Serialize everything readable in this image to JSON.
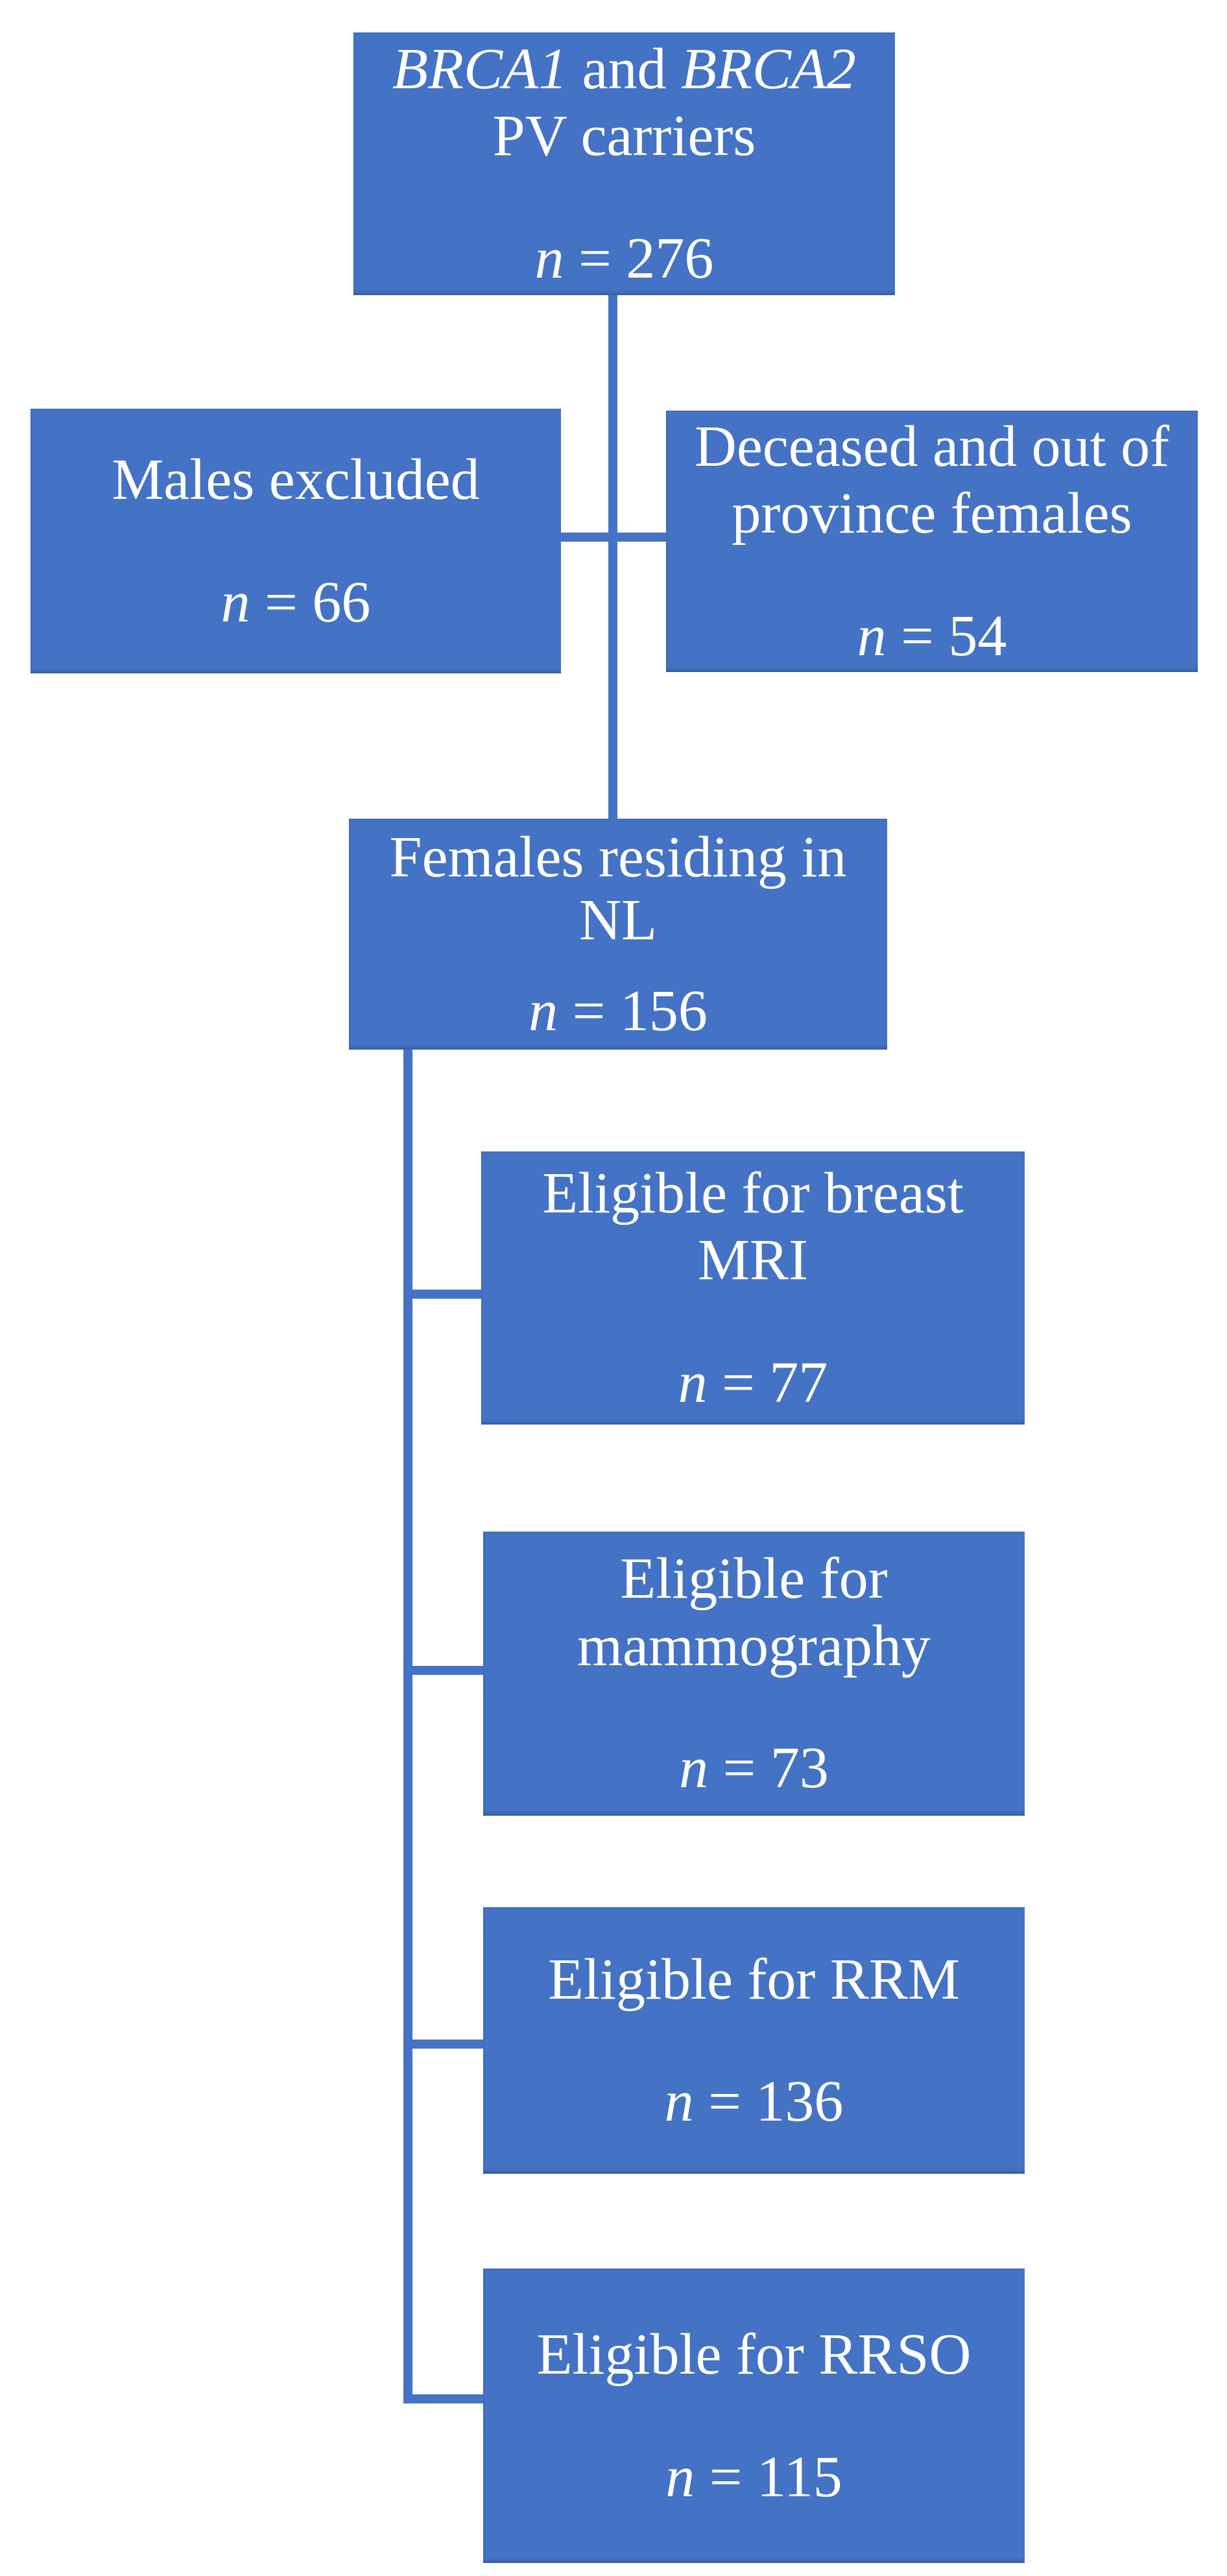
{
  "colors": {
    "background": "#FFFFFF",
    "box_fill": "#4472C4",
    "text": "#FFFFFF",
    "connector": "#4472C4"
  },
  "nodes": {
    "carriers": {
      "gene1": "BRCA1",
      "joiner": " and ",
      "gene2": "BRCA2",
      "line2": "PV carriers",
      "n_symbol": "n",
      "n_eq": " = ",
      "n_value": "276"
    },
    "males": {
      "line1": "Males excluded",
      "n_symbol": "n",
      "n_eq": " = ",
      "n_value": "66"
    },
    "deceased": {
      "line1": "Deceased and out of",
      "line2": "province females",
      "n_symbol": "n",
      "n_eq": " = ",
      "n_value": "54"
    },
    "females_nl": {
      "line1": "Females residing in",
      "line2": "NL",
      "n_symbol": "n",
      "n_eq": " = ",
      "n_value": "156"
    },
    "mri": {
      "line1": "Eligible for breast",
      "line2": "MRI",
      "n_symbol": "n",
      "n_eq": " = ",
      "n_value": "77"
    },
    "mammography": {
      "line1": "Eligible for",
      "line2": "mammography",
      "n_symbol": "n",
      "n_eq": " = ",
      "n_value": "73"
    },
    "rrm": {
      "line1": "Eligible for RRM",
      "n_symbol": "n",
      "n_eq": " = ",
      "n_value": "136"
    },
    "rrso": {
      "line1": "Eligible for RRSO",
      "n_symbol": "n",
      "n_eq": " = ",
      "n_value": "115"
    }
  }
}
